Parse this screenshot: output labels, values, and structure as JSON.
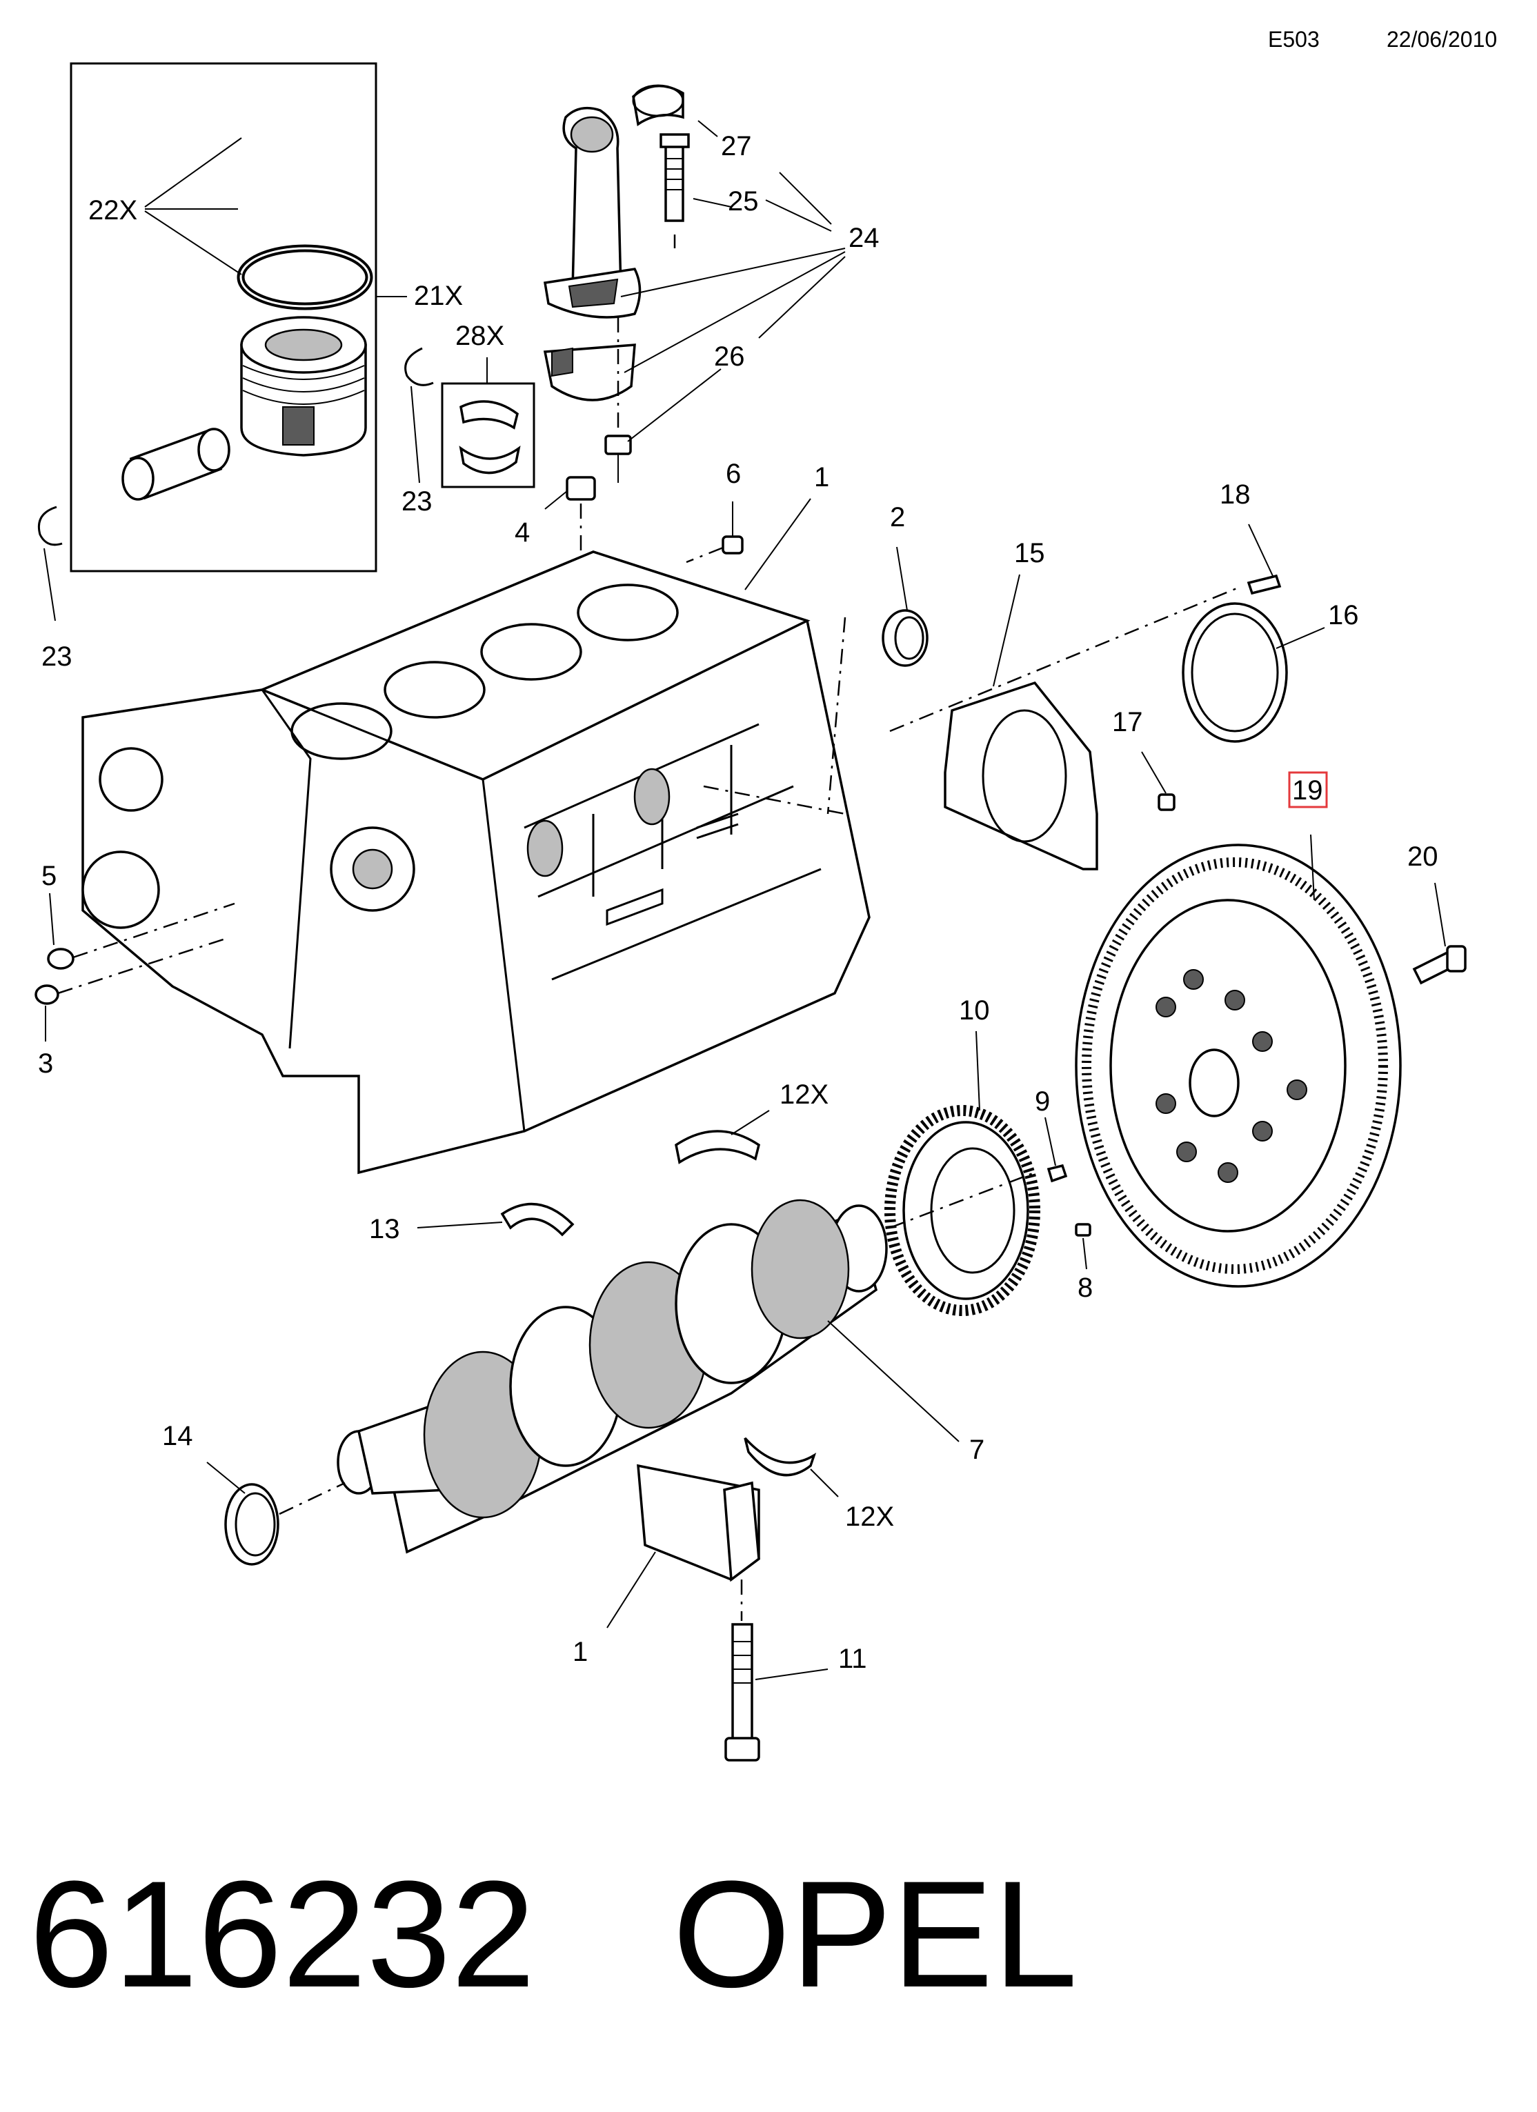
{
  "header": {
    "code": "E503",
    "date": "22/06/2010"
  },
  "footer": {
    "part_number": "616232",
    "brand": "OPEL"
  },
  "highlighted_callout": "19",
  "highlight_color": "#e4393c",
  "callouts": {
    "c1_block": "1",
    "c1_cap": "1",
    "c2": "2",
    "c3": "3",
    "c4": "4",
    "c5": "5",
    "c6": "6",
    "c7": "7",
    "c8": "8",
    "c9": "9",
    "c10": "10",
    "c11": "11",
    "c12x_top": "12X",
    "c12x_bottom": "12X",
    "c13": "13",
    "c14": "14",
    "c15": "15",
    "c16": "16",
    "c17": "17",
    "c18": "18",
    "c19": "19",
    "c20": "20",
    "c21x": "21X",
    "c22x": "22X",
    "c23_left": "23",
    "c23_right": "23",
    "c24": "24",
    "c25": "25",
    "c26": "26",
    "c27": "27",
    "c28x": "28X"
  }
}
